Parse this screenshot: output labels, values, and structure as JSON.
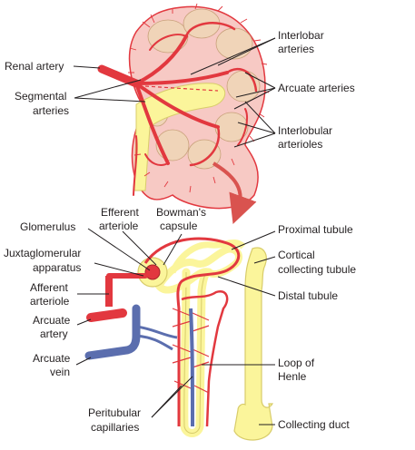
{
  "labels": {
    "renal_artery": "Renal artery",
    "segmental_line1": "Segmental",
    "segmental_line2": "arteries",
    "interlobar_line1": "Interlobar",
    "interlobar_line2": "arteries",
    "arcuate_arteries": "Arcuate arteries",
    "interlobular_line1": "Interlobular",
    "interlobular_line2": "arterioles",
    "efferent_line1": "Efferent",
    "efferent_line2": "arteriole",
    "bowmans_line1": "Bowman's",
    "bowmans_line2": "capsule",
    "glomerulus": "Glomerulus",
    "jga_line1": "Juxtaglomerular",
    "jga_line2": "apparatus",
    "afferent_line1": "Afferent",
    "afferent_line2": "arteriole",
    "arcuate_artery_line1": "Arcuate",
    "arcuate_artery_line2": "artery",
    "arcuate_vein_line1": "Arcuate",
    "arcuate_vein_line2": "vein",
    "peritubular_line1": "Peritubular",
    "peritubular_line2": "capillaries",
    "proximal_tubule": "Proximal tubule",
    "cortical_line1": "Cortical",
    "cortical_line2": "collecting tubule",
    "distal_tubule": "Distal tubule",
    "loop_line1": "Loop of",
    "loop_line2": "Henle",
    "collecting_duct": "Collecting duct"
  },
  "colors": {
    "artery": "#e2383f",
    "vein": "#5b6eae",
    "tubule": "#fbf59b",
    "tubule_outline": "#d8cc6a",
    "cortex": "#f7c9c4",
    "pyramid": "#f0d4b8",
    "arrow": "#d9534f",
    "leader": "#231f20"
  }
}
